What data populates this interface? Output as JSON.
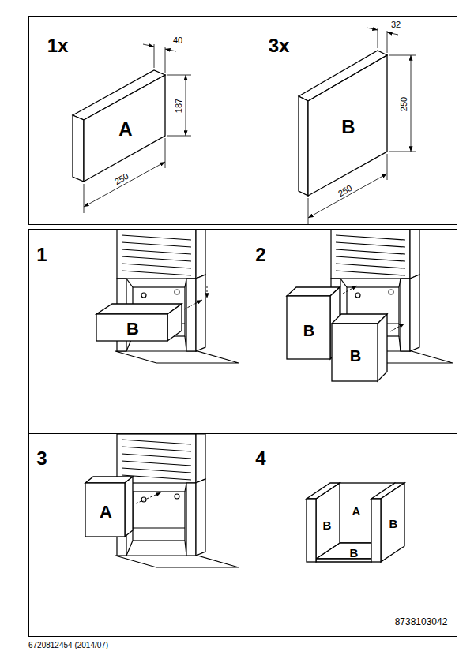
{
  "diagram": {
    "nodes": [
      {
        "text": [
          "1x",
          "40",
          "187",
          "250",
          "A"
        ]
      },
      {
        "text": [
          "3x",
          "32",
          "250",
          "250",
          "B"
        ]
      },
      {
        "text": [
          "1",
          "B"
        ]
      },
      {
        "text": [
          "2",
          "B",
          "B"
        ]
      },
      {
        "text": [
          "3",
          "A"
        ]
      },
      {
        "text": [
          "4",
          "B",
          "A",
          "B",
          "B",
          "8738103042"
        ]
      }
    ],
    "labels": [
      "6720812454 (2014/07)"
    ]
  }
}
